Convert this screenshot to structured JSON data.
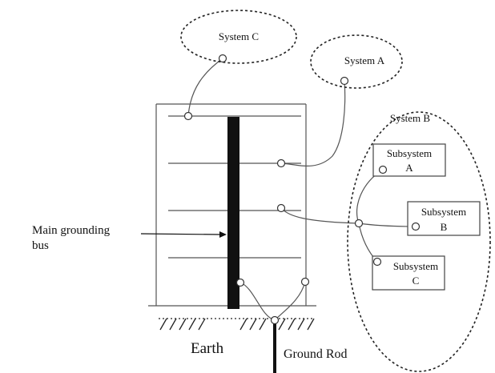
{
  "labels": {
    "system_c": "System C",
    "system_a": "System A",
    "system_b": "System B",
    "subsystem_a_line1": "Subsystem",
    "subsystem_a_line2": "A",
    "subsystem_b_line1": "Subsystem",
    "subsystem_b_line2": "B",
    "subsystem_c_line1": "Subsystem",
    "subsystem_c_line2": "C",
    "main_bus_line1": "Main grounding",
    "main_bus_line2": "bus",
    "earth": "Earth",
    "ground_rod": "Ground Rod"
  },
  "colors": {
    "ink": "#111111",
    "bus": "#111111",
    "wire": "#555555"
  }
}
